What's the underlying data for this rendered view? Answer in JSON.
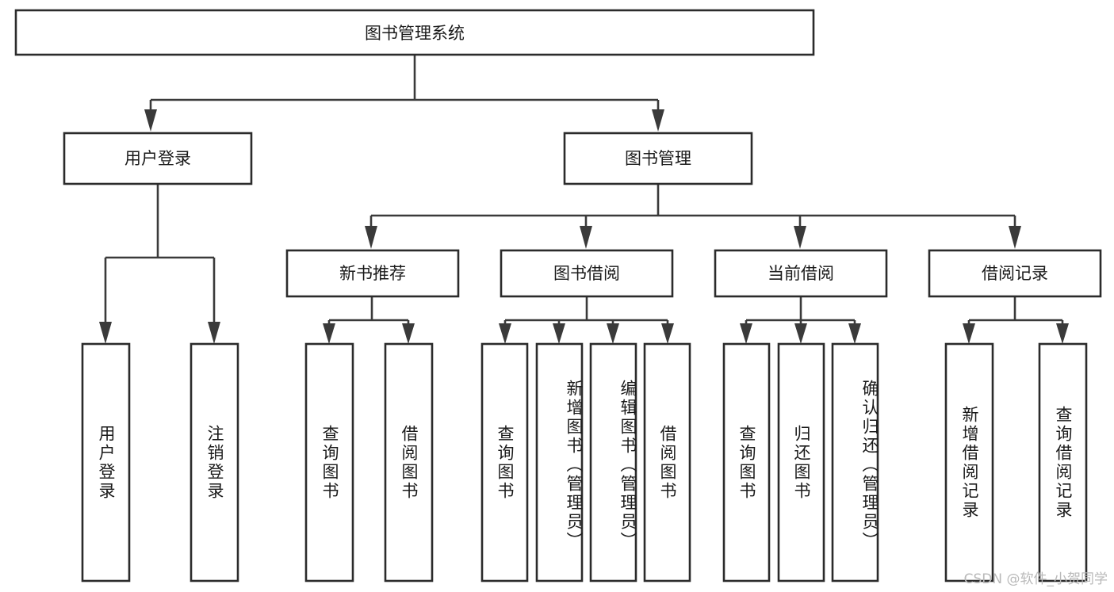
{
  "diagram": {
    "title": "图书管理系统",
    "type": "tree-hierarchy",
    "watermark": "CSDN @软件_小贺同学",
    "root": {
      "label": "图书管理系统",
      "orientation": "horizontal"
    },
    "level2": [
      {
        "label": "用户登录",
        "orientation": "horizontal"
      },
      {
        "label": "图书管理",
        "orientation": "horizontal"
      }
    ],
    "level3": [
      {
        "label": "新书推荐",
        "orientation": "horizontal",
        "parent": "图书管理"
      },
      {
        "label": "图书借阅",
        "orientation": "horizontal",
        "parent": "图书管理"
      },
      {
        "label": "当前借阅",
        "orientation": "horizontal",
        "parent": "图书管理"
      },
      {
        "label": "借阅记录",
        "orientation": "horizontal",
        "parent": "图书管理"
      }
    ],
    "leaves": {
      "user_login": [
        {
          "label": "用户登录",
          "orientation": "vertical"
        },
        {
          "label": "注销登录",
          "orientation": "vertical"
        }
      ],
      "new_book": [
        {
          "label": "查询图书",
          "orientation": "vertical"
        },
        {
          "label": "借阅图书",
          "orientation": "vertical"
        }
      ],
      "borrow_book": [
        {
          "label": "查询图书",
          "orientation": "vertical"
        },
        {
          "label": "新增图书（管理员）",
          "orientation": "vertical"
        },
        {
          "label": "编辑图书（管理员）",
          "orientation": "vertical"
        },
        {
          "label": "借阅图书",
          "orientation": "vertical"
        }
      ],
      "current_borrow": [
        {
          "label": "查询图书",
          "orientation": "vertical"
        },
        {
          "label": "归还图书",
          "orientation": "vertical"
        },
        {
          "label": "确认归还（管理员）",
          "orientation": "vertical"
        }
      ],
      "borrow_record": [
        {
          "label": "新增借阅记录",
          "orientation": "vertical"
        },
        {
          "label": "查询借阅记录",
          "orientation": "vertical"
        }
      ]
    },
    "colors": {
      "box_stroke": "#2b2b2b",
      "connector": "#3a3a3a",
      "box_fill": "#ffffff",
      "text": "#1a1a1a",
      "watermark": "#b9b9b9",
      "background": "#ffffff"
    }
  }
}
